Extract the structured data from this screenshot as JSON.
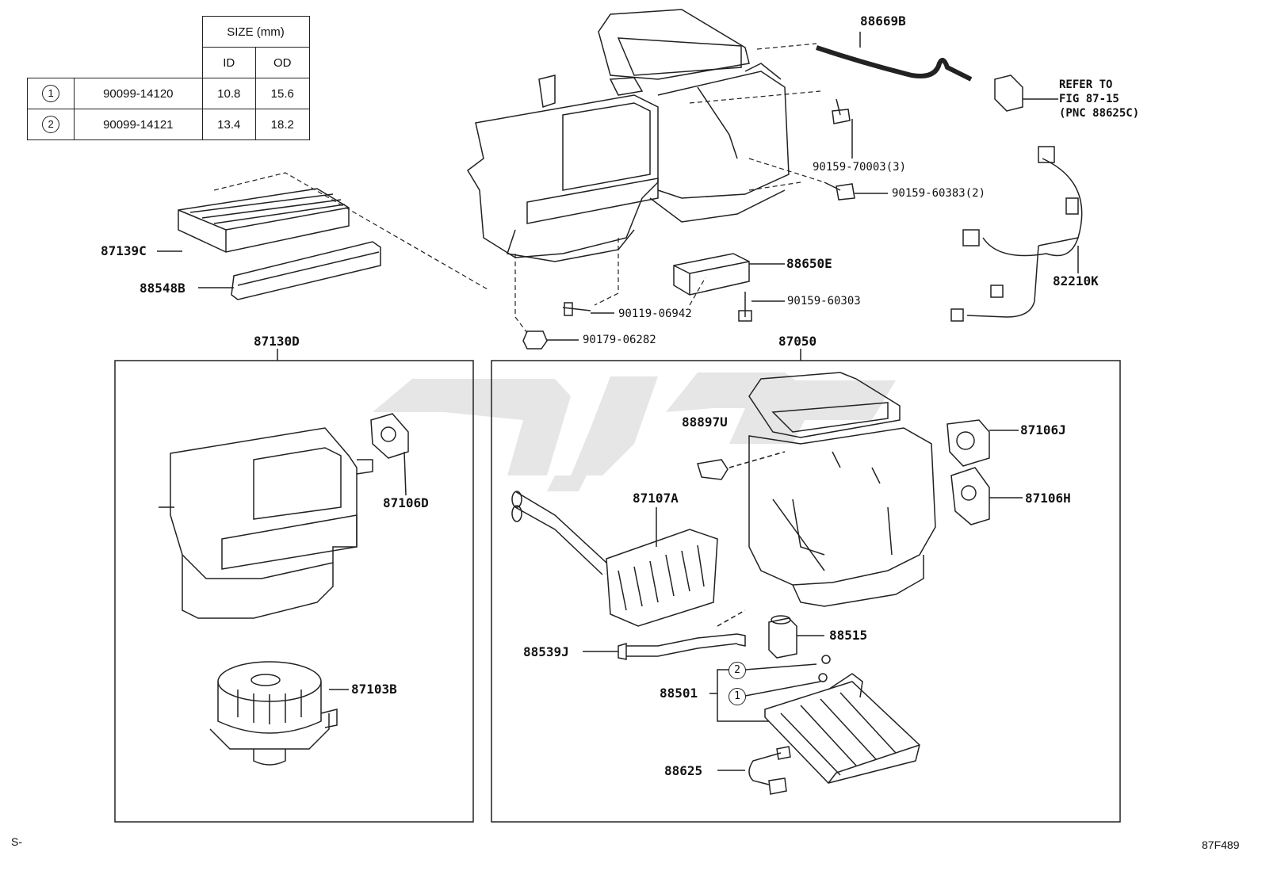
{
  "size_table": {
    "header_group": "SIZE (mm)",
    "col_id": "ID",
    "col_od": "OD",
    "rows": [
      {
        "key": "1",
        "part": "90099-14120",
        "id": "10.8",
        "od": "15.6"
      },
      {
        "key": "2",
        "part": "90099-14121",
        "id": "13.4",
        "od": "18.2"
      }
    ]
  },
  "labels": {
    "p88669B": "88669B",
    "refer1": "REFER TO",
    "refer2": "FIG 87-15",
    "refer3": "(PNC 88625C)",
    "p90159_70003": "90159-70003(3)",
    "p90159_60383": "90159-60383(2)",
    "p82210K": "82210K",
    "p88650E": "88650E",
    "p90159_60303": "90159-60303",
    "p90119_06942": "90119-06942",
    "p90179_06282": "90179-06282",
    "p87139C": "87139C",
    "p88548B": "88548B",
    "p87130D": "87130D",
    "p87050": "87050",
    "p87106D": "87106D",
    "p87103B": "87103B",
    "p88897U": "88897U",
    "p87107A": "87107A",
    "p87106J": "87106J",
    "p87106H": "87106H",
    "p88515": "88515",
    "p88539J": "88539J",
    "p88501": "88501",
    "p88625": "88625",
    "c2": "2",
    "c1": "1"
  },
  "footer": {
    "left": "S-",
    "right": "87F489"
  },
  "colors": {
    "line": "#222222",
    "watermark": "#e4e4e4"
  }
}
